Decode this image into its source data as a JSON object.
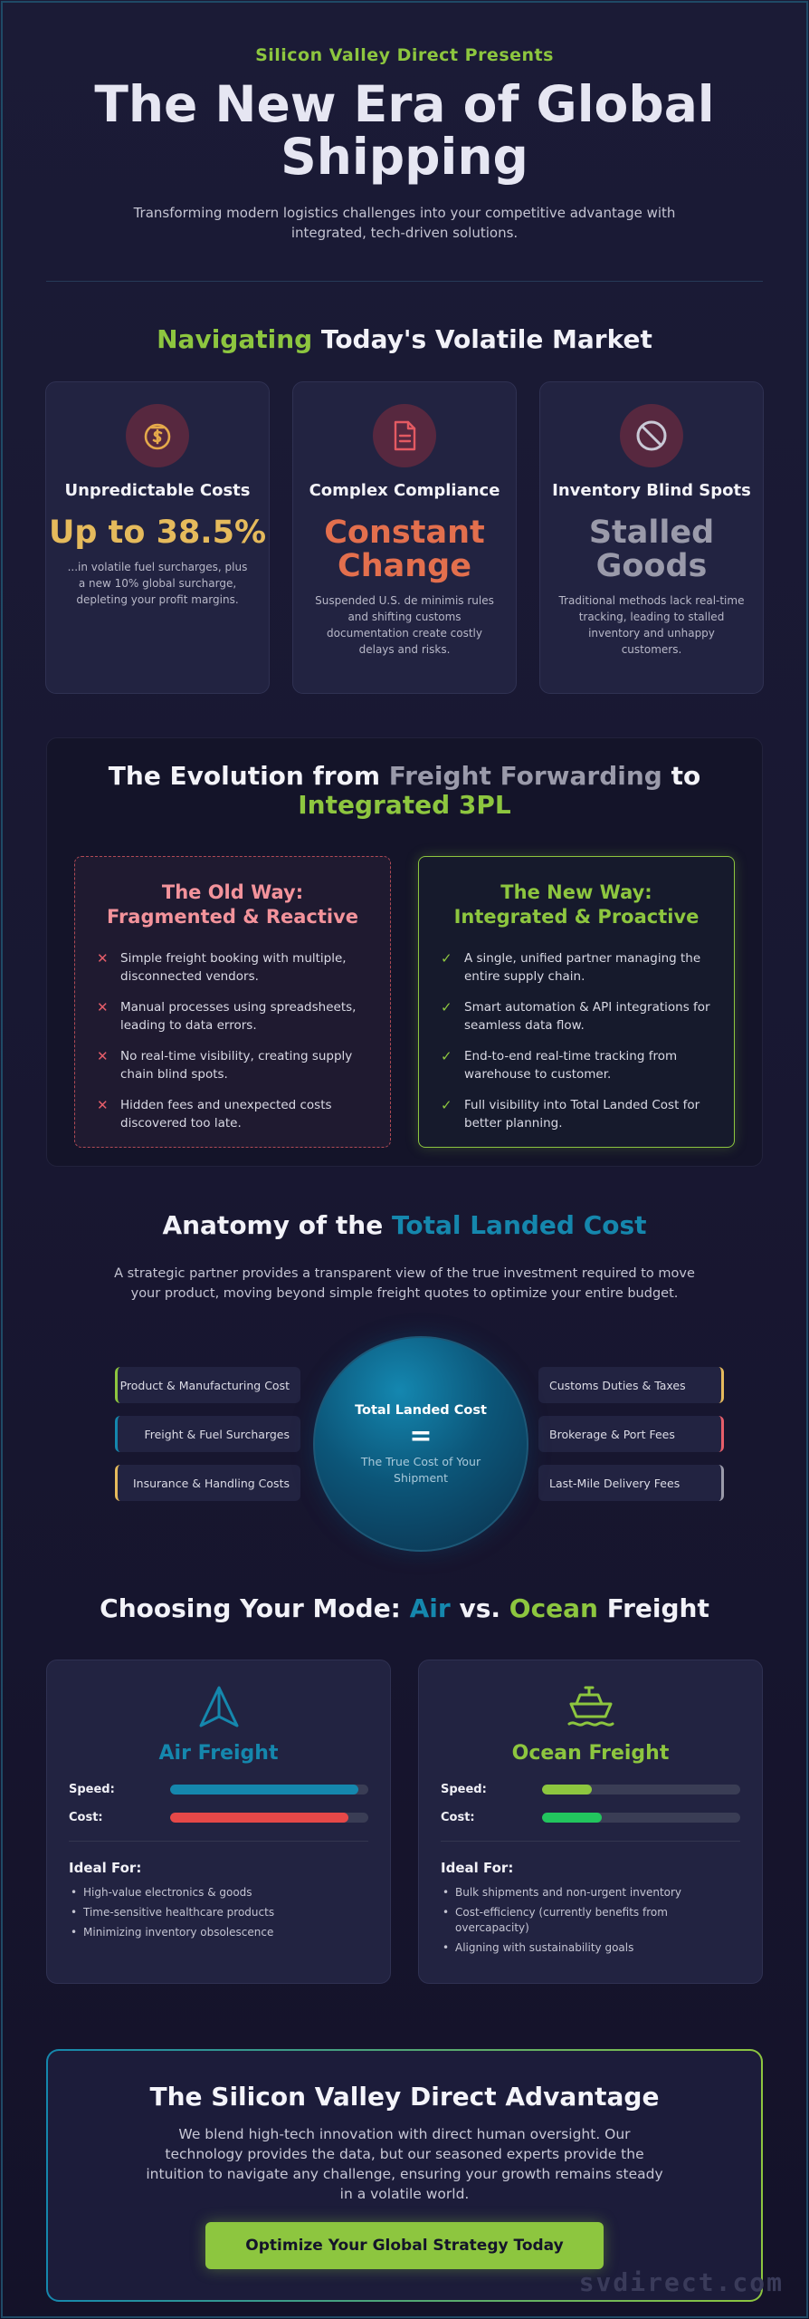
{
  "header": {
    "eyebrow": "Silicon Valley Direct Presents",
    "title": "The New Era of Global Shipping",
    "intro": "Transforming modern logistics challenges into your competitive advantage with integrated, tech-driven solutions."
  },
  "market": {
    "title_accent": "Navigating",
    "title_rest": " Today's Volatile Market",
    "cards": [
      {
        "icon": "dollar-gauge-icon",
        "title": "Unpredictable Costs",
        "stat": "Up to 38.5%",
        "stat_color": "#e5ba5c",
        "desc": "...in volatile fuel surcharges, plus a new 10% global surcharge, depleting your profit margins."
      },
      {
        "icon": "document-icon",
        "title": "Complex Compliance",
        "stat": "Constant Change",
        "stat_color": "#e36f4d",
        "desc": "Suspended U.S. de minimis rules and shifting customs documentation create costly delays and risks."
      },
      {
        "icon": "no-entry-icon",
        "title": "Inventory Blind Spots",
        "stat": "Stalled Goods",
        "stat_color": "#9a9aaa",
        "desc": "Traditional methods lack real-time tracking, leading to stalled inventory and unhappy customers."
      }
    ]
  },
  "evolution": {
    "title_prefix": "The Evolution from ",
    "title_grey": "Freight Forwarding",
    "title_mid": " to",
    "title_green": "Integrated 3PL",
    "old": {
      "title_line1": "The Old Way:",
      "title_line2": "Fragmented & Reactive",
      "mark": "✕",
      "items": [
        "Simple freight booking with multiple, disconnected vendors.",
        "Manual processes using spreadsheets, leading to data errors.",
        "No real-time visibility, creating supply chain blind spots.",
        "Hidden fees and unexpected costs discovered too late."
      ]
    },
    "new": {
      "title_line1": "The New Way:",
      "title_line2": "Integrated & Proactive",
      "mark": "✓",
      "items": [
        "A single, unified partner managing the entire supply chain.",
        "Smart automation & API integrations for seamless data flow.",
        "End-to-end real-time tracking from warehouse to customer.",
        "Full visibility into Total Landed Cost for better planning."
      ]
    }
  },
  "landed": {
    "title_prefix": "Anatomy of the ",
    "title_accent": "Total Landed Cost",
    "desc": "A strategic partner provides a transparent view of the true investment required to move your product, moving beyond simple freight quotes to optimize your entire budget.",
    "left": [
      {
        "label": "Product & Manufacturing Cost",
        "color": "#8dc63f"
      },
      {
        "label": "Freight & Fuel Surcharges",
        "color": "#1587ad"
      },
      {
        "label": "Insurance & Handling Costs",
        "color": "#e5ba5c"
      }
    ],
    "right": [
      {
        "label": "Customs Duties & Taxes",
        "color": "#e5ba5c"
      },
      {
        "label": "Brokerage & Port Fees",
        "color": "#e65e6a"
      },
      {
        "label": "Last-Mile Delivery Fees",
        "color": "#9a9aaa"
      }
    ],
    "hub_title": "Total Landed Cost",
    "hub_eq": "=",
    "hub_sub": "The True Cost of Your Shipment"
  },
  "modes": {
    "title_prefix": "Choosing Your Mode: ",
    "title_air": "Air",
    "title_mid": " vs. ",
    "title_ocean": "Ocean",
    "title_suffix": " Freight",
    "speed_label": "Speed:",
    "cost_label": "Cost:",
    "ideal_label": "Ideal For:",
    "air": {
      "title": "Air Freight",
      "icon": "paper-plane-icon",
      "speed": 0.95,
      "cost": 0.9,
      "speed_color": "#1587ad",
      "cost_color": "#e64848",
      "ideal": [
        "High-value electronics & goods",
        "Time-sensitive healthcare products",
        "Minimizing inventory obsolescence"
      ]
    },
    "ocean": {
      "title": "Ocean Freight",
      "icon": "ship-icon",
      "speed": 0.25,
      "cost": 0.3,
      "speed_color": "#8dc63f",
      "cost_color": "#22c55e",
      "ideal": [
        "Bulk shipments and non-urgent inventory",
        "Cost-efficiency (currently benefits from overcapacity)",
        "Aligning with sustainability goals"
      ]
    }
  },
  "cta": {
    "title": "The Silicon Valley Direct Advantage",
    "text": "We blend high-tech innovation with direct human oversight. Our technology provides the data, but our seasoned experts provide the intuition to navigate any challenge, ensuring your growth remains steady in a volatile world.",
    "button": "Optimize Your Global Strategy Today"
  },
  "watermark": "svdirect.com"
}
